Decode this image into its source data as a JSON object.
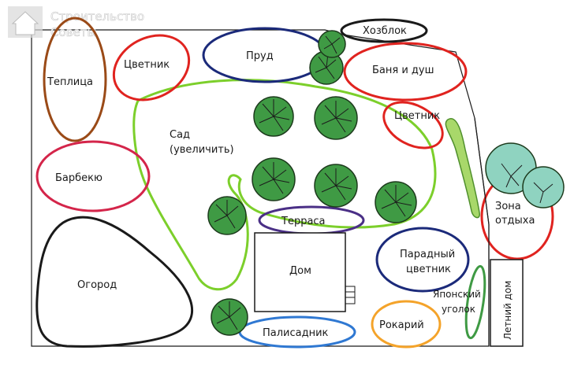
{
  "watermark": {
    "line1": "Строительство",
    "line2": "Советы",
    "icon": "house-icon"
  },
  "colors": {
    "red": "#e0231f",
    "navy": "#1b2a7a",
    "black": "#1a1a1a",
    "green": "#7ccf2b",
    "purple": "#4a2f86",
    "blue": "#2f78d2",
    "orange": "#f4a32a",
    "brown": "#9a4a17",
    "magenta": "#d4254a",
    "tree_green": "#3f9a44",
    "tree_light": "#8fd3c0"
  },
  "zones": {
    "teplitsa": "Теплица",
    "tsvetnik_top": "Цветник",
    "prud": "Пруд",
    "khozblok": "Хозблок",
    "banya": "Баня и душ",
    "tsvetnik_right": "Цветник",
    "sad_line1": "Сад",
    "sad_line2": "(увеличить)",
    "barbekyu": "Барбекю",
    "terrasa": "Терраса",
    "zona_line1": "Зона",
    "zona_line2": "отдыха",
    "paradny_line1": "Парадный",
    "paradny_line2": "цветник",
    "ogorod": "Огород",
    "dom": "Дом",
    "yaponsky_line1": "Японский",
    "yaponsky_line2": "уголок",
    "letny_dom": "Летний дом",
    "rokary": "Рокарий",
    "palisadnik": "Палисадник"
  }
}
